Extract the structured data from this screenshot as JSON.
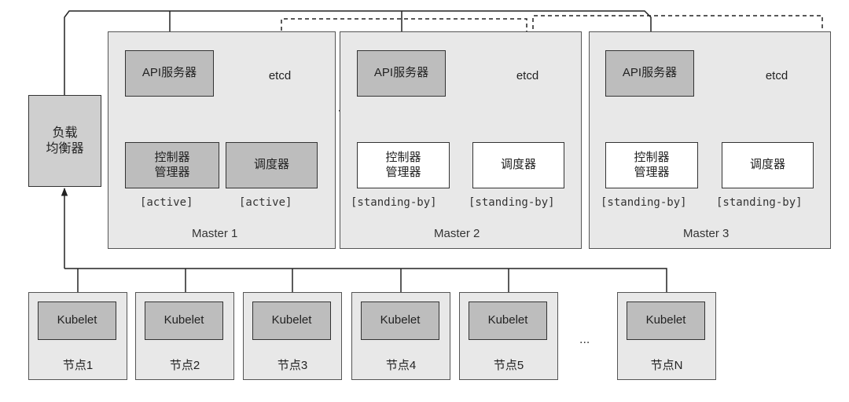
{
  "load_balancer": {
    "label": "负载\n均衡器"
  },
  "masters": [
    {
      "name": "Master 1",
      "api": "API服务器",
      "etcd": "etcd",
      "controller": "控制器\n管理器",
      "scheduler": "调度器",
      "controller_state": "[active]",
      "scheduler_state": "[active]"
    },
    {
      "name": "Master 2",
      "api": "API服务器",
      "etcd": "etcd",
      "controller": "控制器\n管理器",
      "scheduler": "调度器",
      "controller_state": "[standing-by]",
      "scheduler_state": "[standing-by]"
    },
    {
      "name": "Master 3",
      "api": "API服务器",
      "etcd": "etcd",
      "controller": "控制器\n管理器",
      "scheduler": "调度器",
      "controller_state": "[standing-by]",
      "scheduler_state": "[standing-by]"
    }
  ],
  "nodes": [
    {
      "kubelet": "Kubelet",
      "label": "节点1"
    },
    {
      "kubelet": "Kubelet",
      "label": "节点2"
    },
    {
      "kubelet": "Kubelet",
      "label": "节点3"
    },
    {
      "kubelet": "Kubelet",
      "label": "节点4"
    },
    {
      "kubelet": "Kubelet",
      "label": "节点5"
    },
    {
      "kubelet": "Kubelet",
      "label": "节点N"
    }
  ],
  "ellipsis": "..."
}
